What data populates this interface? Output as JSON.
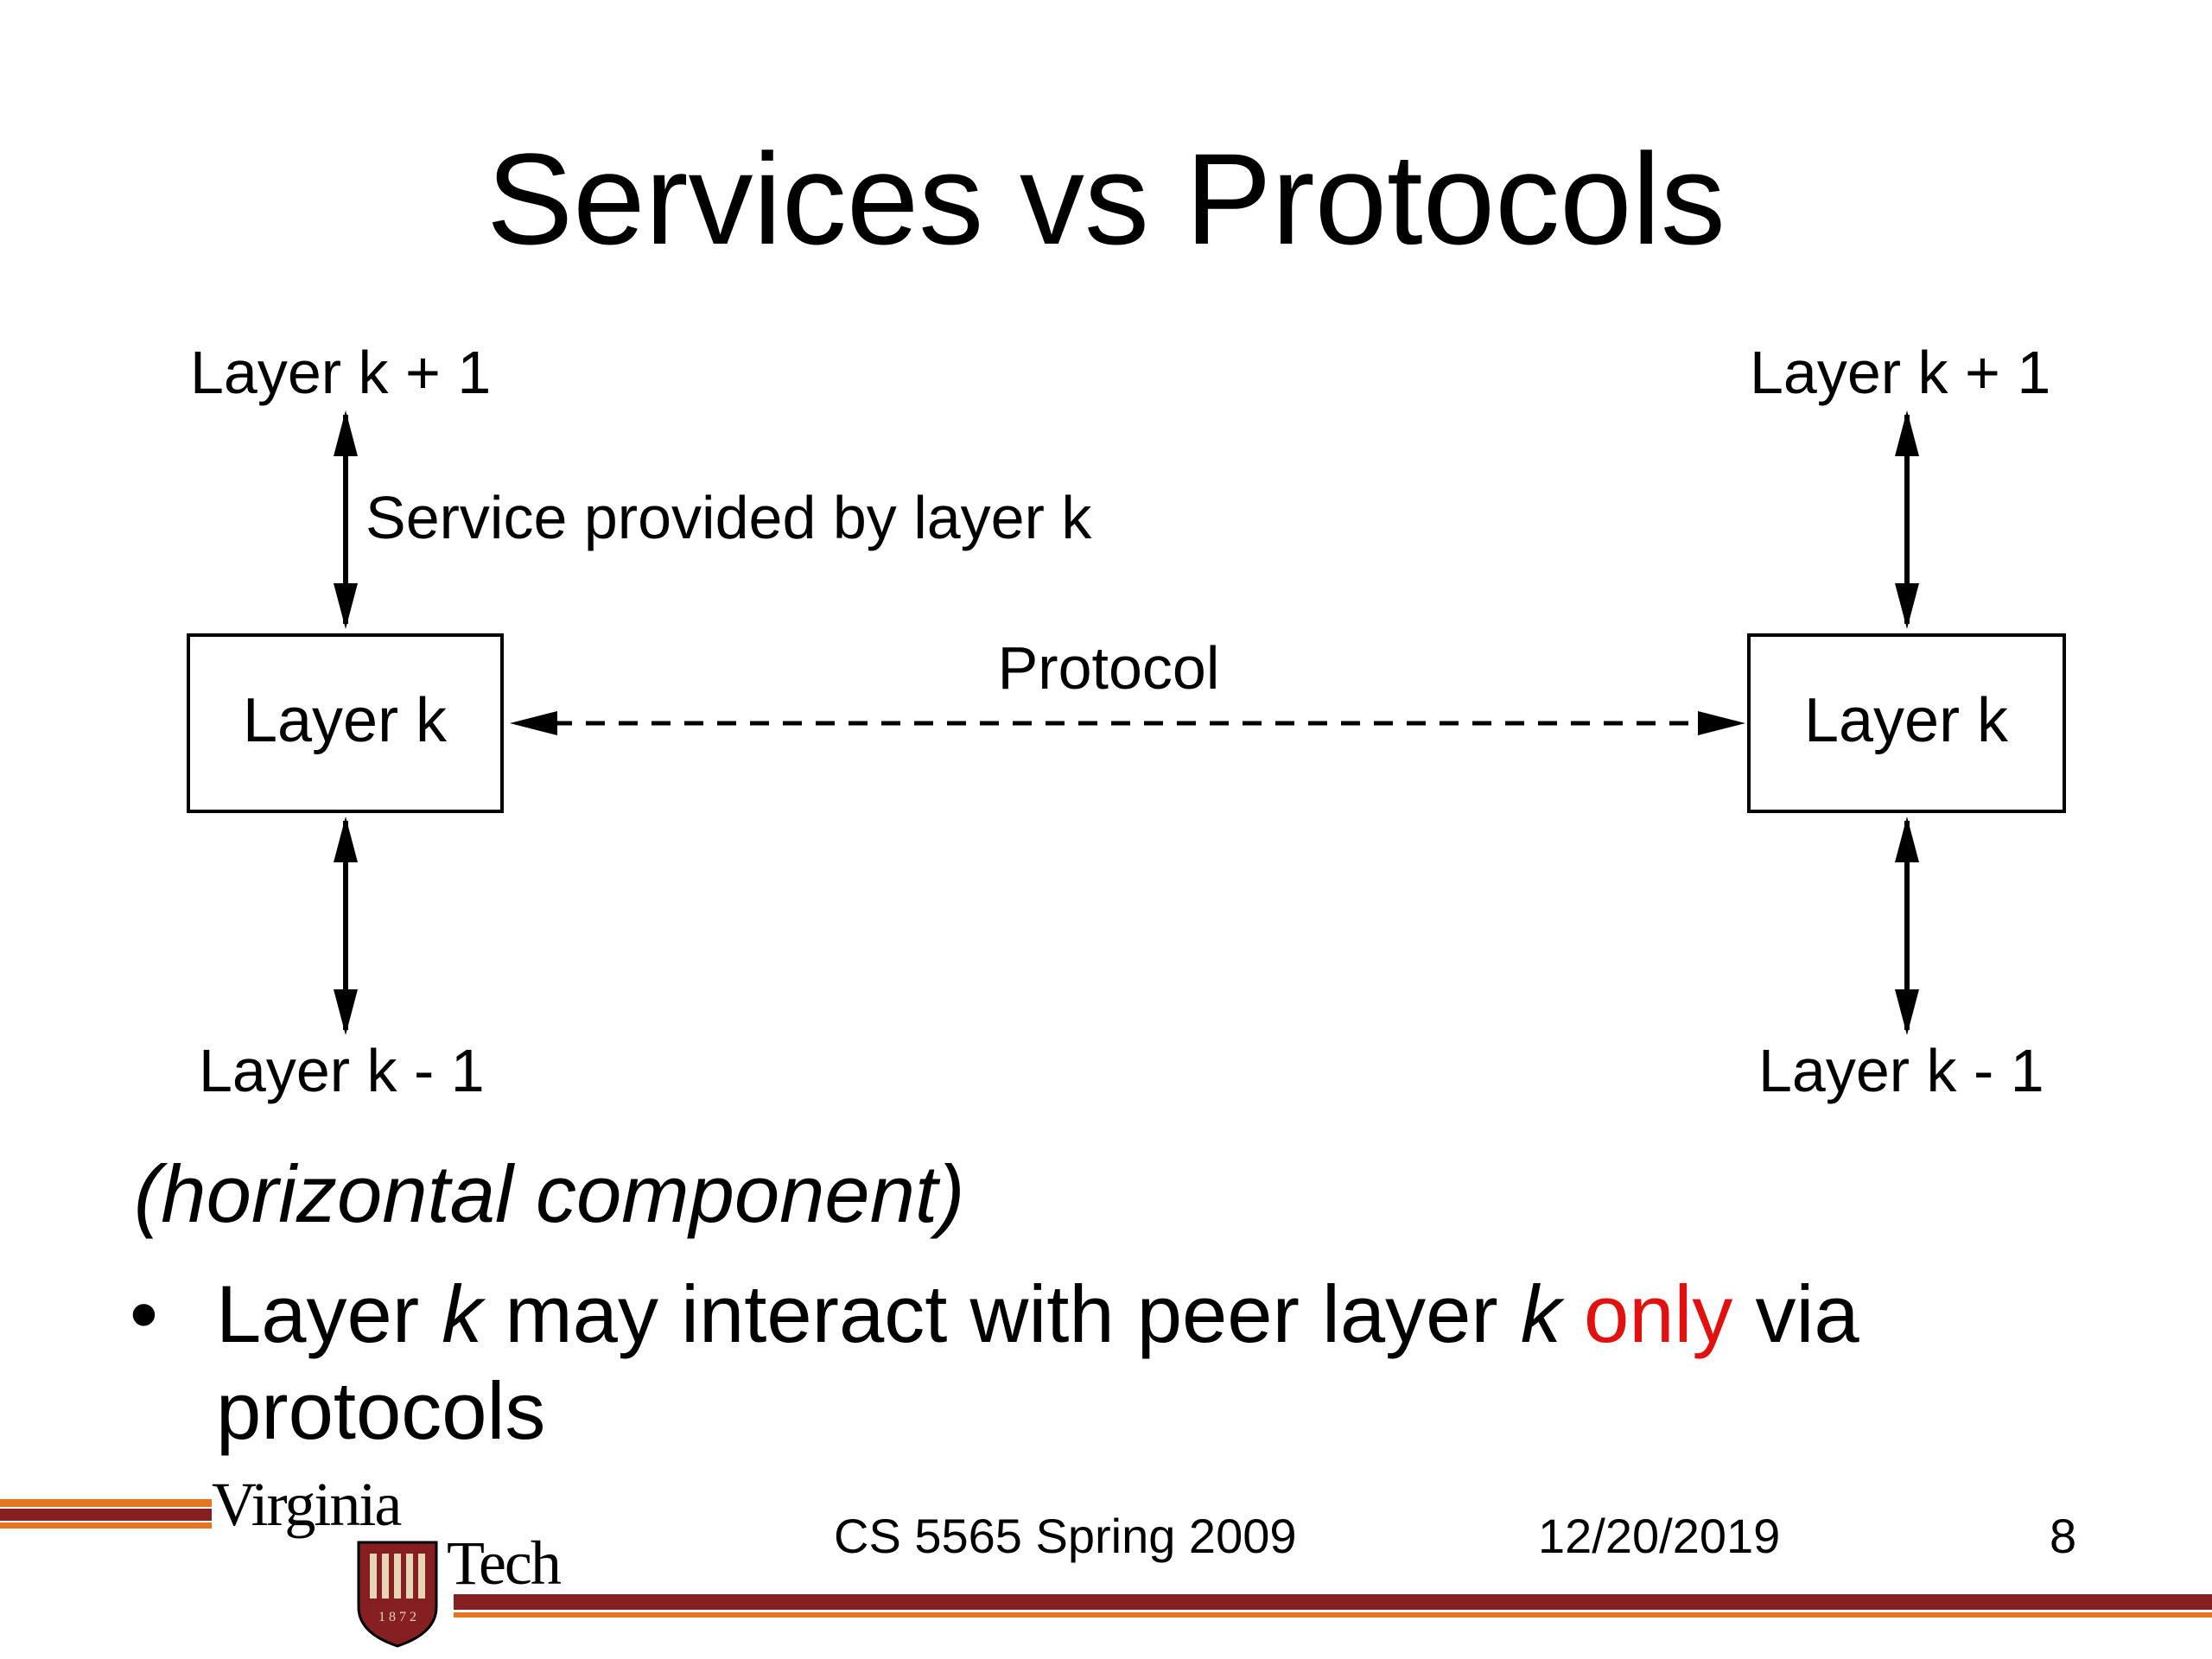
{
  "slide": {
    "title": "Services vs Protocols"
  },
  "diagram": {
    "left_top_label": "Layer k + 1",
    "right_top_label": "Layer k + 1",
    "service_label": "Service provided by layer k",
    "left_box_label": "Layer k",
    "right_box_label": "Layer k",
    "protocol_label": "Protocol",
    "left_bottom_label": "Layer k - 1",
    "right_bottom_label": "Layer k - 1"
  },
  "body": {
    "subheading": "(horizontal component)",
    "bullet_char": "•",
    "bullet_part1": "Layer ",
    "bullet_k1": "k",
    "bullet_part2": " may interact with peer layer ",
    "bullet_k2": "k",
    "bullet_only": "only",
    "bullet_part3": " via protocols"
  },
  "footer": {
    "logo_word1": "Virginia",
    "logo_word2": "Tech",
    "logo_year": "1 8 7 2",
    "course": "CS 5565 Spring 2009",
    "date": "12/20/2019",
    "page_number": "8"
  },
  "colors": {
    "maroon": "#861f21",
    "orange": "#e5751f",
    "red_text": "#e31010"
  }
}
